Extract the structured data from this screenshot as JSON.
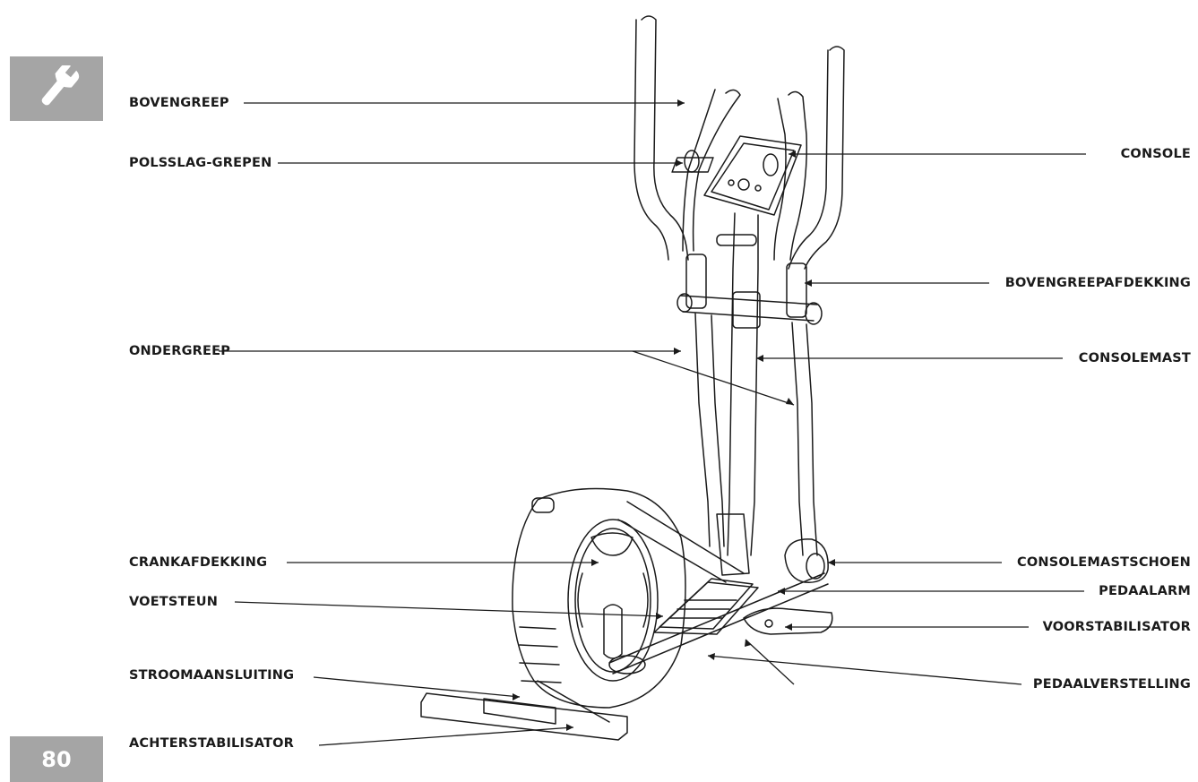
{
  "page_number": "80",
  "icon": "wrench-icon",
  "labels": {
    "bovengreep": "BOVENGREEP",
    "polsslag_grepen": "POLSSLAG-GREPEN",
    "ondergreep": "ONDERGREEP",
    "crankafdekking": "CRANKAFDEKKING",
    "voetsteun": "VOETSTEUN",
    "stroomaansluiting": "STROOMAANSLUITING",
    "achterstabilisator": "ACHTERSTABILISATOR",
    "console": "CONSOLE",
    "bovengreepafdekking": "BOVENGREEPAFDEKKING",
    "consolemast": "CONSOLEMAST",
    "consolemastschoen": "CONSOLEMASTSCHOEN",
    "pedaalarm": "PEDAALARM",
    "voorstabilisator": "VOORSTABILISATOR",
    "pedaalverstelling": "PEDAALVERSTELLING"
  },
  "colors": {
    "tab": "#a5a5a5",
    "text": "#1a1a1a",
    "line": "#1a1a1a"
  }
}
